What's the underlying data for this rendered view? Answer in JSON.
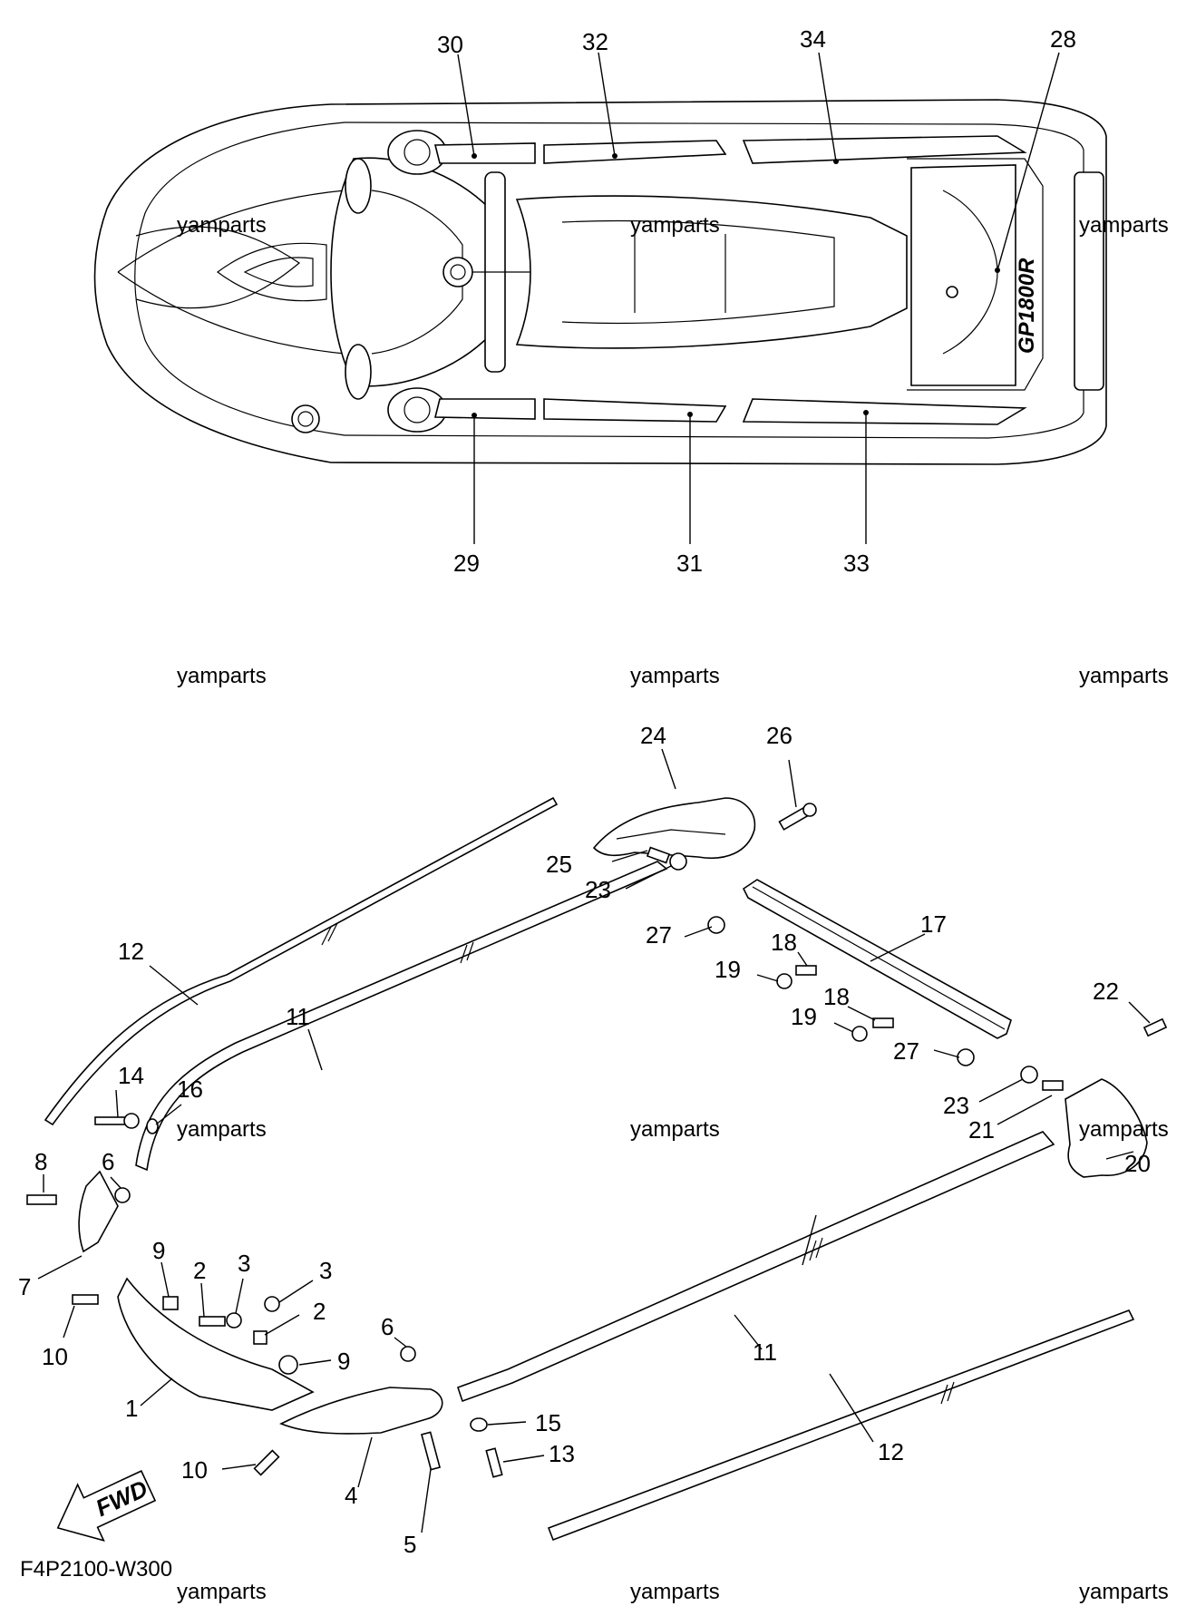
{
  "diagram_code": "F4P2100-W300",
  "watermark": "yamparts",
  "hull_logo": "GP1800R",
  "fwd_arrow": "FWD",
  "callouts": {
    "p1": "1",
    "p2a": "2",
    "p2b": "2",
    "p3a": "3",
    "p3b": "3",
    "p4": "4",
    "p5": "5",
    "p6a": "6",
    "p6b": "6",
    "p7": "7",
    "p8": "8",
    "p9a": "9",
    "p9b": "9",
    "p10a": "10",
    "p10b": "10",
    "p11a": "11",
    "p11b": "11",
    "p12a": "12",
    "p12b": "12",
    "p13": "13",
    "p14": "14",
    "p15": "15",
    "p16": "16",
    "p17": "17",
    "p18a": "18",
    "p18b": "18",
    "p19a": "19",
    "p19b": "19",
    "p20": "20",
    "p21": "21",
    "p22": "22",
    "p23a": "23",
    "p23b": "23",
    "p24": "24",
    "p25": "25",
    "p26": "26",
    "p27a": "27",
    "p27b": "27",
    "p28": "28",
    "p29": "29",
    "p30": "30",
    "p31": "31",
    "p32": "32",
    "p33": "33",
    "p34": "34"
  }
}
